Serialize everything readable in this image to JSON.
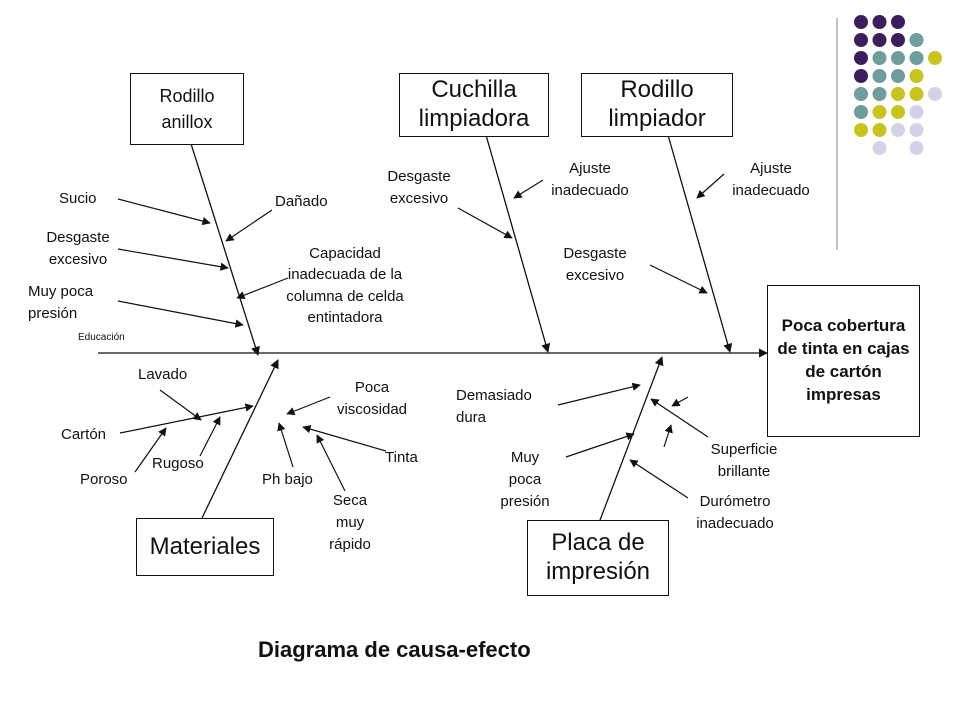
{
  "title": "Diagrama de causa-efecto",
  "effect": "Poca cobertura de tinta en cajas de cartón impresas",
  "corner_label": "Educación",
  "decor_colors": {
    "purple": "#3c1e5e",
    "teal": "#6f9c9c",
    "olive": "#c8c41e",
    "lavender": "#d4d2e8"
  },
  "categories": {
    "rodillo_anillox": {
      "name": "Rodillo anillox",
      "causes": {
        "sucio": "Sucio",
        "danado": "Dañado",
        "desgaste": "Desgaste excesivo",
        "capacidad": "Capacidad inadecuada de la columna de celda entintadora",
        "presion": "Muy poca presión"
      }
    },
    "cuchilla": {
      "name": "Cuchilla limpiadora",
      "causes": {
        "desgaste": "Desgaste excesivo",
        "ajuste": "Ajuste inadecuado"
      }
    },
    "rodillo_limpiador": {
      "name": "Rodillo limpiador",
      "causes": {
        "ajuste": "Ajuste inadecuado",
        "desgaste": "Desgaste excesivo"
      }
    },
    "materiales": {
      "name": "Materiales",
      "causes": {
        "lavado": "Lavado",
        "carton": "Cartón",
        "poroso": "Poroso",
        "rugoso": "Rugoso",
        "viscosidad": "Poca viscosidad",
        "tinta": "Tinta",
        "ph": "Ph bajo",
        "seca": "Seca muy rápido"
      }
    },
    "placa": {
      "name": "Placa de impresión",
      "causes": {
        "dura": "Demasiado dura",
        "presion": "Muy poca presión",
        "superficie": "Superficie brillante",
        "durometro": "Durómetro inadecuado"
      }
    }
  }
}
